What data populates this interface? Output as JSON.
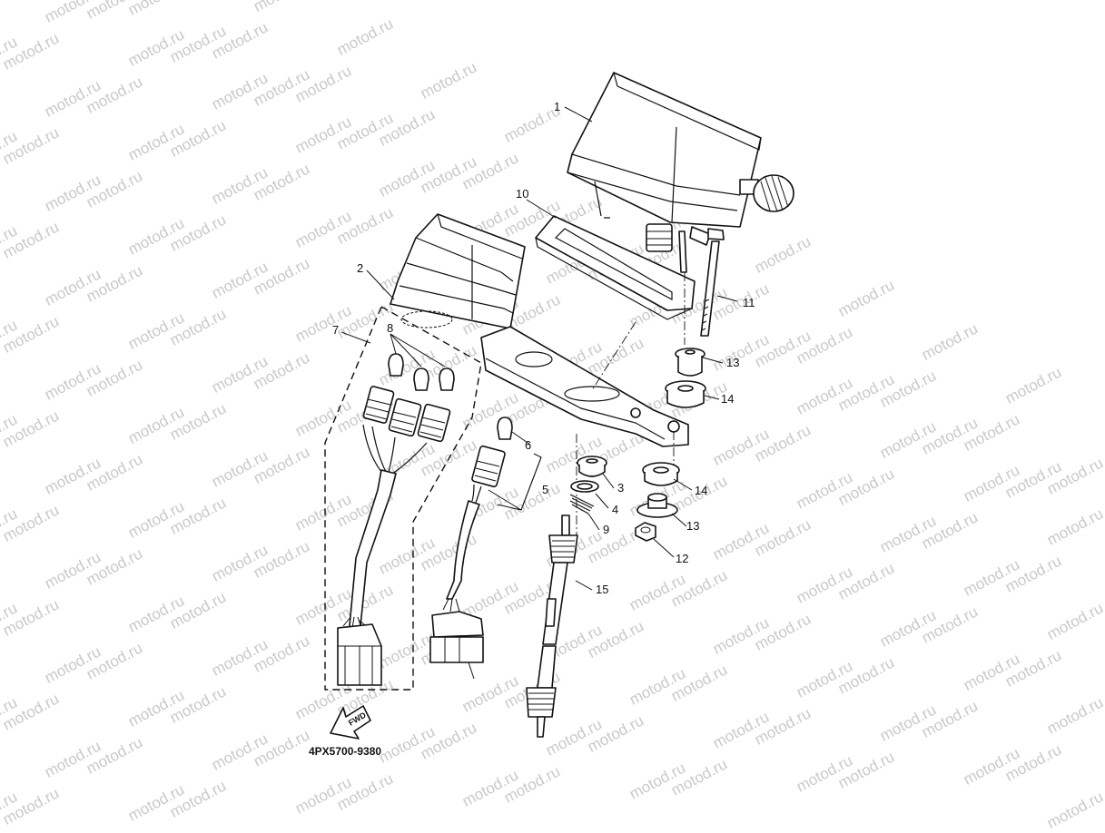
{
  "diagram": {
    "part_code": "4PX5700-9380",
    "fwd_label": "FWD",
    "watermark": "motod.ru",
    "callouts": [
      {
        "id": "c1",
        "label": "1"
      },
      {
        "id": "c2",
        "label": "2"
      },
      {
        "id": "c3",
        "label": "3"
      },
      {
        "id": "c4",
        "label": "4"
      },
      {
        "id": "c5",
        "label": "5"
      },
      {
        "id": "c6",
        "label": "6"
      },
      {
        "id": "c7",
        "label": "7"
      },
      {
        "id": "c8",
        "label": "8"
      },
      {
        "id": "c9",
        "label": "9"
      },
      {
        "id": "c10",
        "label": "10"
      },
      {
        "id": "c11",
        "label": "11"
      },
      {
        "id": "c12",
        "label": "12"
      },
      {
        "id": "c13a",
        "label": "13"
      },
      {
        "id": "c13b",
        "label": "13"
      },
      {
        "id": "c14a",
        "label": "14"
      },
      {
        "id": "c14b",
        "label": "14"
      },
      {
        "id": "c15",
        "label": "15"
      }
    ]
  }
}
